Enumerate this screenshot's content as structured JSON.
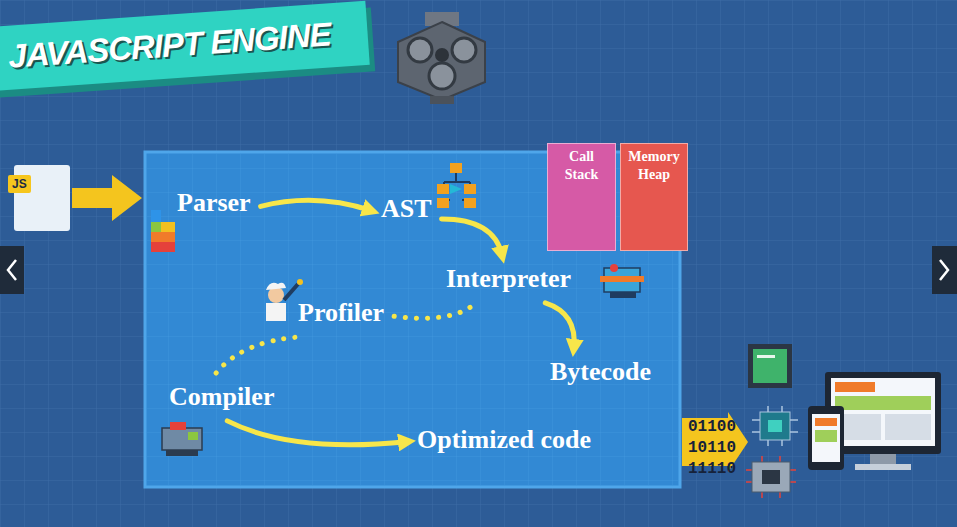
{
  "diagram": {
    "title": "JAVASCRIPT ENGINE",
    "nodes": [
      {
        "text": [
          "JS"
        ]
      },
      {
        "text": [
          "Parser"
        ]
      },
      {
        "text": [
          "AST"
        ]
      },
      {
        "text": [
          "Call Stack"
        ]
      },
      {
        "text": [
          "Memory Heap"
        ]
      },
      {
        "text": [
          "Interpreter"
        ]
      },
      {
        "text": [
          "Profiler"
        ]
      },
      {
        "text": [
          "Bytecode"
        ]
      },
      {
        "text": [
          "Compiler"
        ]
      },
      {
        "text": [
          "Optimized code"
        ]
      }
    ],
    "edges": [
      {
        "from": 1,
        "to": 2,
        "arrow": "to"
      },
      {
        "from": 2,
        "to": 5,
        "arrow": "to"
      },
      {
        "from": 5,
        "to": 7,
        "arrow": "to"
      },
      {
        "from": 6,
        "to": 5,
        "arrow": "none"
      },
      {
        "from": 8,
        "to": 6,
        "arrow": "none"
      },
      {
        "from": 8,
        "to": 9,
        "arrow": "to"
      }
    ],
    "labels": [
      "01100",
      "10110",
      "11110"
    ]
  }
}
